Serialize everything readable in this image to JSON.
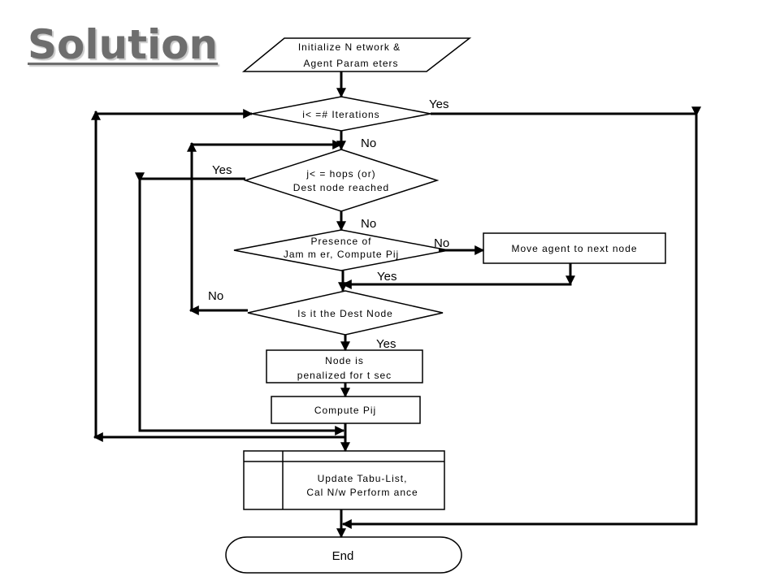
{
  "slide_title": "Solution",
  "flowchart": {
    "nodes": {
      "init": {
        "lines": [
          "Initialize N etwork &",
          "Agent Param eters"
        ]
      },
      "iter": {
        "lines": [
          "i< =# Iterations"
        ]
      },
      "hops": {
        "lines": [
          "j< = hops (or)",
          "Dest node reached"
        ]
      },
      "jammer": {
        "lines": [
          "Presence of",
          "Jam m er, Compute Pij"
        ]
      },
      "move": {
        "lines": [
          "Move agent to next node"
        ]
      },
      "dest": {
        "lines": [
          "Is it the Dest Node"
        ]
      },
      "penalize": {
        "lines": [
          "Node is",
          "penalized for t sec"
        ]
      },
      "compute": {
        "lines": [
          "Compute Pij"
        ]
      },
      "update": {
        "lines": [
          "Update Tabu-List,",
          "Cal N/w Perform ance"
        ]
      },
      "end": {
        "lines": [
          "End"
        ]
      }
    },
    "edge_labels": {
      "iter_yes": "Yes",
      "iter_no": "No",
      "hops_yes": "Yes",
      "hops_no": "No",
      "jammer_no": "No",
      "jammer_yes": "Yes",
      "dest_no": "No",
      "dest_yes": "Yes"
    }
  }
}
